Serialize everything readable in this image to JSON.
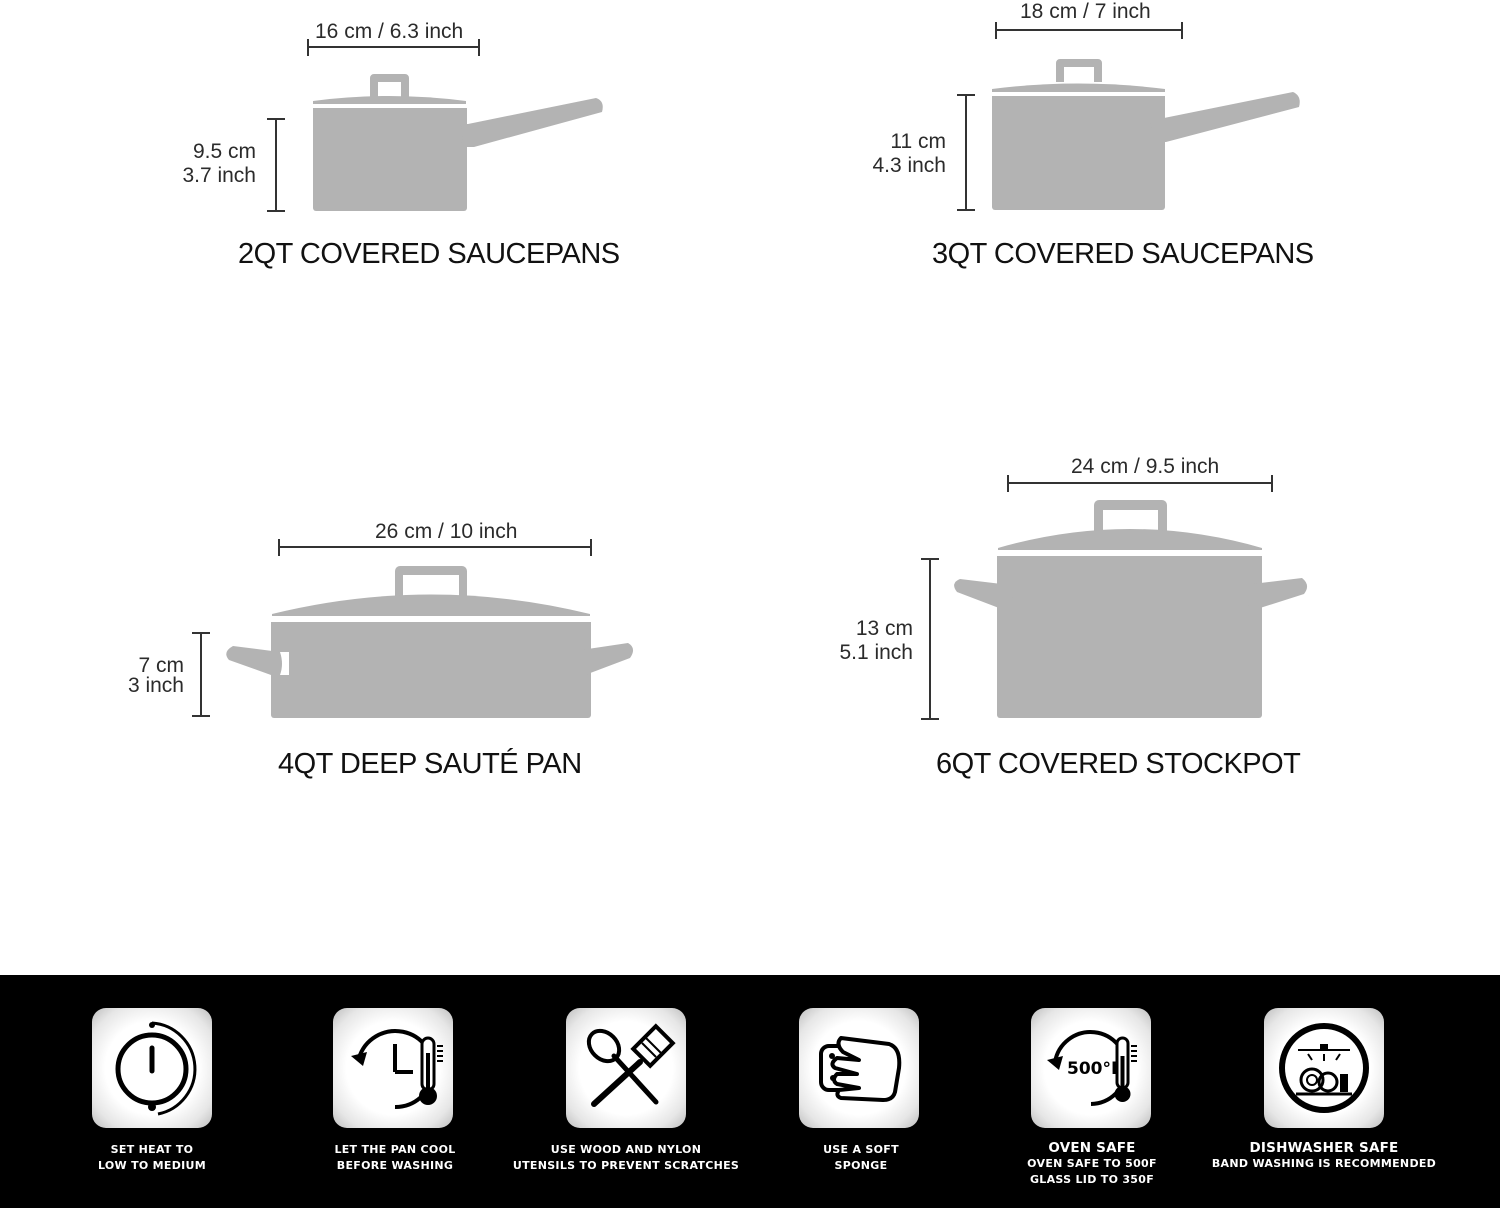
{
  "products": [
    {
      "title": "2QT COVERED SAUCEPANS",
      "width": "16 cm / 6.3 inch",
      "height_cm": "9.5 cm",
      "height_in": "3.7 inch"
    },
    {
      "title": "3QT COVERED SAUCEPANS",
      "width": "18 cm / 7  inch",
      "height_cm": "11 cm",
      "height_in": "4.3 inch"
    },
    {
      "title": "4QT DEEP SAUTÉ PAN",
      "width": "26 cm / 10 inch",
      "height_cm": "7 cm",
      "height_in": "3 inch"
    },
    {
      "title": "6QT COVERED STOCKPOT",
      "width": "24 cm / 9.5 inch",
      "height_cm": "13 cm",
      "height_in": "5.1 inch"
    }
  ],
  "care": [
    {
      "icon": "stove-heat-dial-icon",
      "lines": [
        "SET HEAT TO",
        "LOW TO MEDIUM"
      ]
    },
    {
      "icon": "clock-thermometer-icon",
      "lines": [
        "LET THE PAN COOL",
        "BEFORE WASHING"
      ]
    },
    {
      "icon": "spoon-spatula-icon",
      "lines": [
        "USE WOOD AND NYLON",
        "UTENSILS TO PREVENT SCRATCHES"
      ]
    },
    {
      "icon": "hand-sponge-icon",
      "lines": [
        "USE A SOFT",
        "SPONGE"
      ]
    },
    {
      "icon": "oven-safe-icon",
      "heading": "OVEN SAFE",
      "badge": "500°F",
      "lines": [
        "OVEN SAFE TO 500F",
        "GLASS LID TO 350F"
      ]
    },
    {
      "icon": "dishwasher-safe-icon",
      "heading": "DISHWASHER SAFE",
      "lines": [
        "BAND WASHING IS RECOMMENDED"
      ]
    }
  ],
  "colors": {
    "cookware": "#b3b3b3",
    "band": "#000000",
    "caption": "#ffffff"
  }
}
